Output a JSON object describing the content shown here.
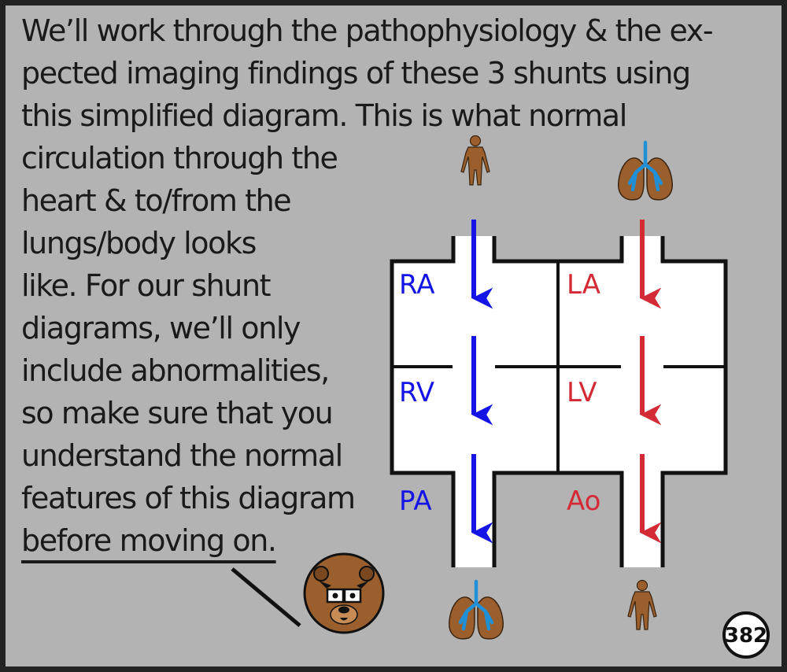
{
  "text": {
    "lines": [
      "We’ll work through the pathophysiology & the ex-",
      "pected imaging findings of these 3 shunts using",
      "this simplified diagram. This is what normal",
      "circulation through the",
      "heart & to/from the",
      "lungs/body looks",
      "like. For our shunt",
      "diagrams, we’ll only",
      "include abnormalities,",
      "so make sure that you",
      "understand the normal",
      "features of this diagram",
      "before moving on."
    ]
  },
  "diagram": {
    "left_labels": {
      "top": "RA",
      "middle": "RV",
      "bottom": "PA"
    },
    "right_labels": {
      "top": "LA",
      "middle": "LV",
      "bottom": "Ao"
    },
    "icons": {
      "top_left": "human-body-icon",
      "top_right": "lungs-icon",
      "bottom_left": "lungs-icon",
      "bottom_right": "human-body-icon",
      "mascot": "bear-face-icon"
    }
  },
  "colors": {
    "background": "#b3b3b3",
    "deoxygenated": "#1414e6",
    "oxygenated": "#d42a35",
    "body": "#9a5f2c",
    "airway": "#1f8fd6"
  },
  "page_number": "382"
}
